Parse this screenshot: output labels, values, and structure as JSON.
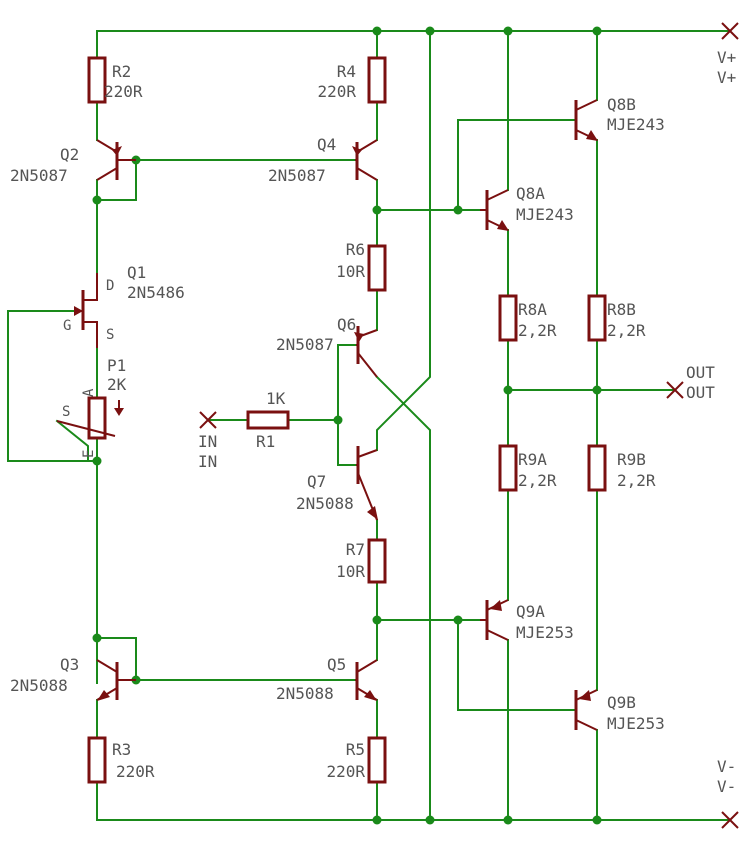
{
  "colors": {
    "wire": "#1a8a1a",
    "part": "#7a1010",
    "label": "#555555",
    "background": "#ffffff"
  },
  "rails": {
    "vplus_a": "V+",
    "vplus_b": "V+",
    "vminus_a": "V-",
    "vminus_b": "V-"
  },
  "ports": {
    "in_a": "IN",
    "in_b": "IN",
    "out_a": "OUT",
    "out_b": "OUT"
  },
  "resistors": {
    "r2": {
      "name": "R2",
      "value": "220R"
    },
    "r3": {
      "name": "R3",
      "value": "220R"
    },
    "r4": {
      "name": "R4",
      "value": "220R"
    },
    "r5": {
      "name": "R5",
      "value": "220R"
    },
    "r6": {
      "name": "R6",
      "value": "10R"
    },
    "r7": {
      "name": "R7",
      "value": "10R"
    },
    "r1": {
      "name": "R1",
      "value": "1K"
    },
    "r8a": {
      "name": "R8A",
      "value": "2,2R"
    },
    "r8b": {
      "name": "R8B",
      "value": "2,2R"
    },
    "r9a": {
      "name": "R9A",
      "value": "2,2R"
    },
    "r9b": {
      "name": "R9B",
      "value": "2,2R"
    }
  },
  "transistors": {
    "q1": {
      "name": "Q1",
      "part": "2N5486",
      "pin_d": "D",
      "pin_g": "G",
      "pin_s": "S"
    },
    "q2": {
      "name": "Q2",
      "part": "2N5087"
    },
    "q3": {
      "name": "Q3",
      "part": "2N5088"
    },
    "q4": {
      "name": "Q4",
      "part": "2N5087"
    },
    "q5": {
      "name": "Q5",
      "part": "2N5088"
    },
    "q6": {
      "name": "Q6",
      "part": "2N5087"
    },
    "q7": {
      "name": "Q7",
      "part": "2N5088"
    },
    "q8a": {
      "name": "Q8A",
      "part": "MJE243"
    },
    "q8b": {
      "name": "Q8B",
      "part": "MJE243"
    },
    "q9a": {
      "name": "Q9A",
      "part": "MJE253"
    },
    "q9b": {
      "name": "Q9B",
      "part": "MJE253"
    }
  },
  "pot": {
    "name": "P1",
    "value": "2K",
    "pin_a": "A",
    "pin_e": "E",
    "pin_s": "S"
  }
}
